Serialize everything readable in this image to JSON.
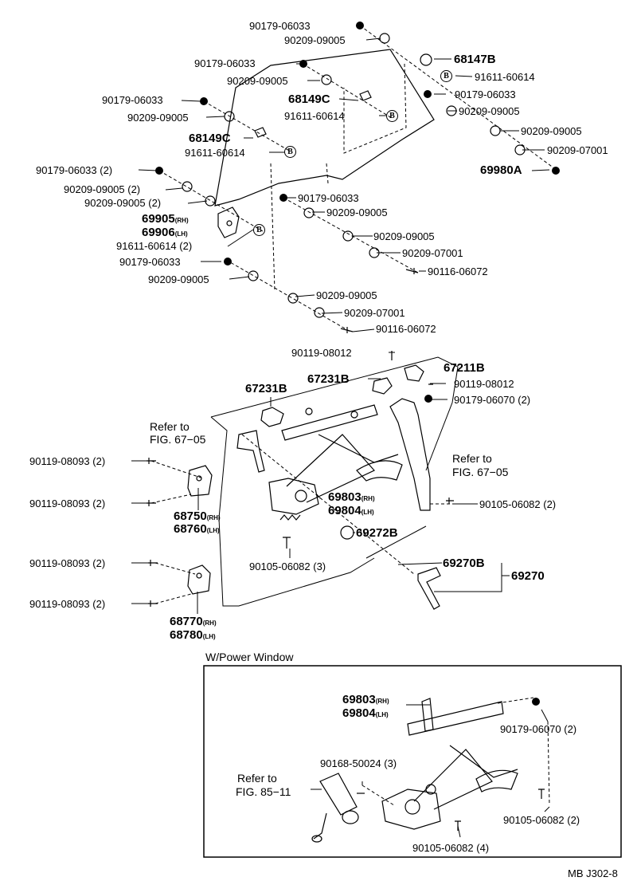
{
  "labels": {
    "l1": "90179-06033",
    "l2": "90209-09005",
    "l3": "68147B",
    "l4": "91611-60614",
    "l5": "90179-06033",
    "l6": "90209-09005",
    "l7": "68149C",
    "l8": "91611-60614",
    "l9": "90179-06033",
    "l10": "90209-09005",
    "l11": "68149C",
    "l12": "91611-60614",
    "l13": "90179-06033",
    "l14": "90209-09005",
    "l15": "90209-09005",
    "l16": "90209-07001",
    "l17": "69980A",
    "l18": "90179-06033 (2)",
    "l19": "90209-09005 (2)",
    "l20": "90209-09005 (2)",
    "l21a": "69905",
    "l21a_suf": "(RH)",
    "l21b": "69906",
    "l21b_suf": "(LH)",
    "l22": "91611-60614 (2)",
    "l23": "90179-06033",
    "l24": "90209-09005",
    "l25": "90179-06033",
    "l26": "90209-09005",
    "l27": "90209-09005",
    "l28": "90209-07001",
    "l29": "90116-06072",
    "l30": "90209-09005",
    "l31": "90209-07001",
    "l32": "90116-06072",
    "l33": "90119-08012",
    "l34": "67231B",
    "l35": "67211B",
    "l36": "90119-08012",
    "l37": "90179-06070 (2)",
    "l38": "67231B",
    "l39a": "Refer to",
    "l39b": "FIG. 67−05",
    "l40a": "Refer to",
    "l40b": "FIG. 67−05",
    "l41": "90119-08093 (2)",
    "l42": "90119-08093 (2)",
    "l43a": "68750",
    "l43a_suf": "(RH)",
    "l43b": "68760",
    "l43b_suf": "(LH)",
    "l44a": "69803",
    "l44a_suf": "(RH)",
    "l44b": "69804",
    "l44b_suf": "(LH)",
    "l45": "90105-06082 (2)",
    "l46": "69272B",
    "l47": "90105-06082 (3)",
    "l48": "69270B",
    "l49": "69270",
    "l50": "90119-08093 (2)",
    "l51": "90119-08093 (2)",
    "l52a": "68770",
    "l52a_suf": "(RH)",
    "l52b": "68780",
    "l52b_suf": "(LH)",
    "pw_title": "W/Power Window",
    "l53a": "69803",
    "l53a_suf": "(RH)",
    "l53b": "69804",
    "l53b_suf": "(LH)",
    "l54": "90179-06070 (2)",
    "l55": "90168-50024 (3)",
    "l56a": "Refer to",
    "l56b": "FIG. 85−11",
    "l57": "90105-06082 (2)",
    "l58": "90105-06082 (4)",
    "footer": "MB J302-8",
    "b": "B"
  }
}
